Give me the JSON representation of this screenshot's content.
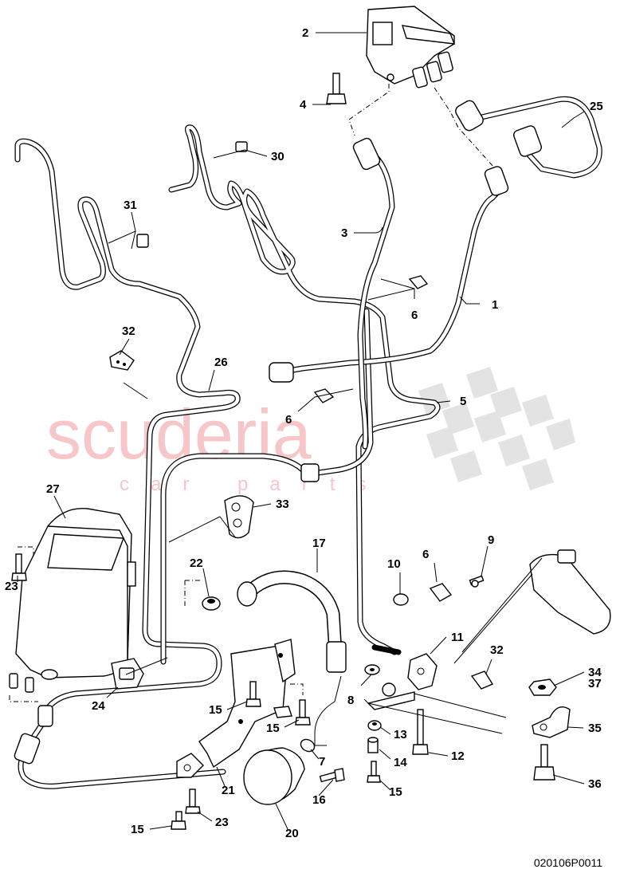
{
  "watermark": {
    "brand": "scuderia",
    "sub": "car parts"
  },
  "part_number": "020106P0011",
  "callouts": [
    "1",
    "2",
    "3",
    "4",
    "5",
    "6",
    "6",
    "6",
    "7",
    "8",
    "9",
    "10",
    "11",
    "12",
    "13",
    "14",
    "15",
    "15",
    "15",
    "15",
    "16",
    "17",
    "20",
    "21",
    "22",
    "23",
    "23",
    "24",
    "25",
    "26",
    "27",
    "30",
    "31",
    "32",
    "32",
    "33",
    "34",
    "35",
    "36",
    "37"
  ]
}
